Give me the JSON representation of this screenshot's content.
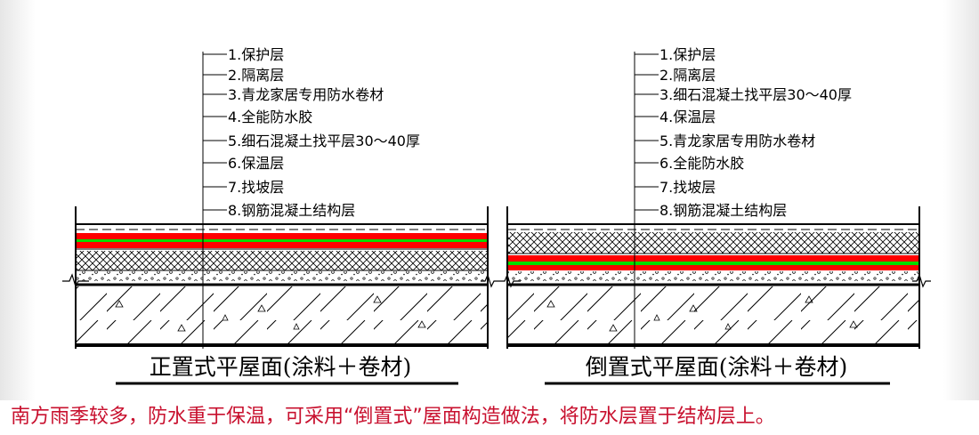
{
  "left_diagram": {
    "caption": "正置式平屋面(涂料＋卷材)",
    "labels": [
      "1.保护层",
      "2.隔离层",
      "3.青龙家居专用防水卷材",
      "4.全能防水胶",
      "5.细石混凝土找平层30～40厚",
      "6.保温层",
      "7.找坡层",
      "8.钢筋混凝土结构层"
    ]
  },
  "right_diagram": {
    "caption": "倒置式平屋面(涂料＋卷材)",
    "labels": [
      "1.保护层",
      "2.隔离层",
      "3.细石混凝土找平层30～40厚",
      "4.保温层",
      "5.青龙家居专用防水卷材",
      "6.全能防水胶",
      "7.找坡层",
      "8.钢筋混凝土结构层"
    ]
  },
  "note": "南方雨季较多，防水重于保温，可采用“倒置式”屋面构造做法，将防水层置于结构层上。",
  "colors": {
    "membrane_red": "#ff0000",
    "glue_green": "#00dd00",
    "note_red": "#c8102e"
  }
}
